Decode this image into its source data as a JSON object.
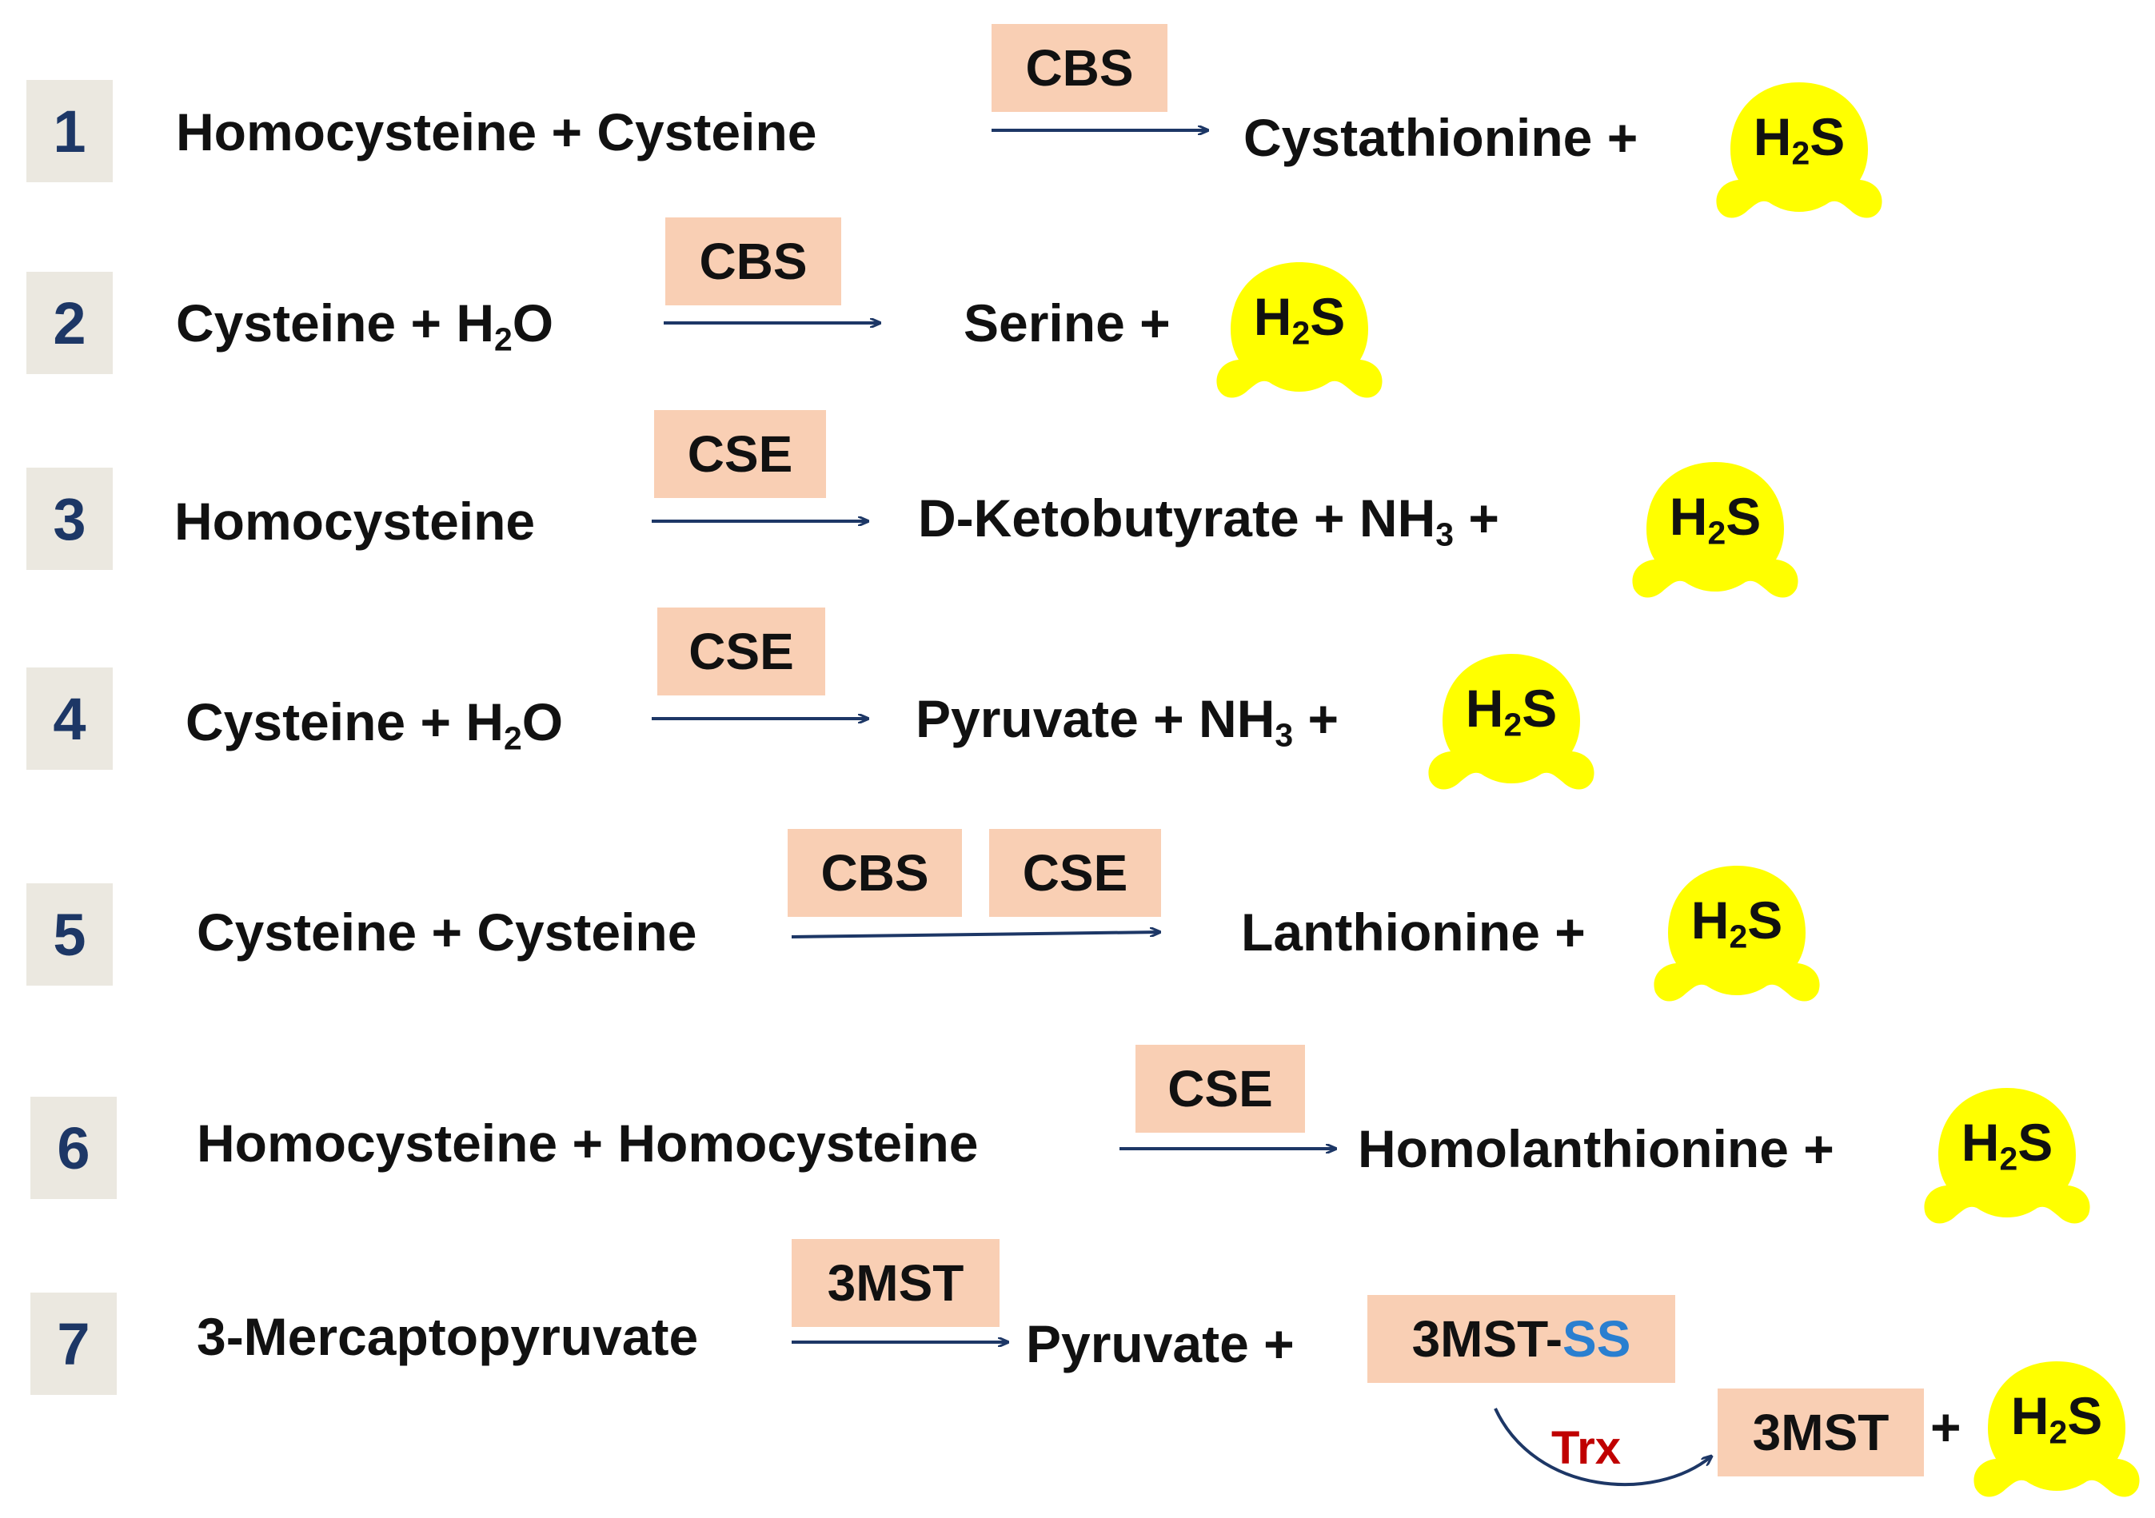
{
  "colors": {
    "number_box": "#ebe8e0",
    "number_text": "#1d3766",
    "enzyme_box": "#f9cfb4",
    "h2s_blob": "#ffff00",
    "arrow": "#1d3766",
    "trx": "#c00000",
    "ss": "#2a7fd0"
  },
  "reactions": [
    {
      "num": "1",
      "substrate": "Homocysteine + Cysteine",
      "enzymes": [
        "CBS"
      ],
      "product": "Cystathionine +"
    },
    {
      "num": "2",
      "substrate_a": "Cysteine + H",
      "substrate_sub": "2",
      "substrate_b": "O",
      "enzymes": [
        "CBS"
      ],
      "product": "Serine +"
    },
    {
      "num": "3",
      "substrate": "Homocysteine",
      "enzymes": [
        "CSE"
      ],
      "product_a": "D-Ketobutyrate  + NH",
      "product_sub": "3",
      "product_b": " +"
    },
    {
      "num": "4",
      "substrate_a": "Cysteine + H",
      "substrate_sub": "2",
      "substrate_b": "O",
      "enzymes": [
        "CSE"
      ],
      "product_a": "Pyruvate  + NH",
      "product_sub": "3",
      "product_b": " +"
    },
    {
      "num": "5",
      "substrate": "Cysteine + Cysteine",
      "enzymes": [
        "CBS",
        "CSE"
      ],
      "product": "Lanthionine +"
    },
    {
      "num": "6",
      "substrate": "Homocysteine + Homocysteine",
      "enzymes": [
        "CSE"
      ],
      "product": "Homolanthionine +"
    },
    {
      "num": "7",
      "substrate": "3-Mercaptopyruvate",
      "enzymes": [
        "3MST"
      ],
      "product": "Pyruvate  +",
      "complex_a": "3MST-",
      "complex_b": "SS",
      "cofactor": "Trx",
      "final_enzyme": "3MST",
      "final_plus": "+"
    }
  ],
  "h2s": {
    "h": "H",
    "sub": "2",
    "s": "S"
  }
}
